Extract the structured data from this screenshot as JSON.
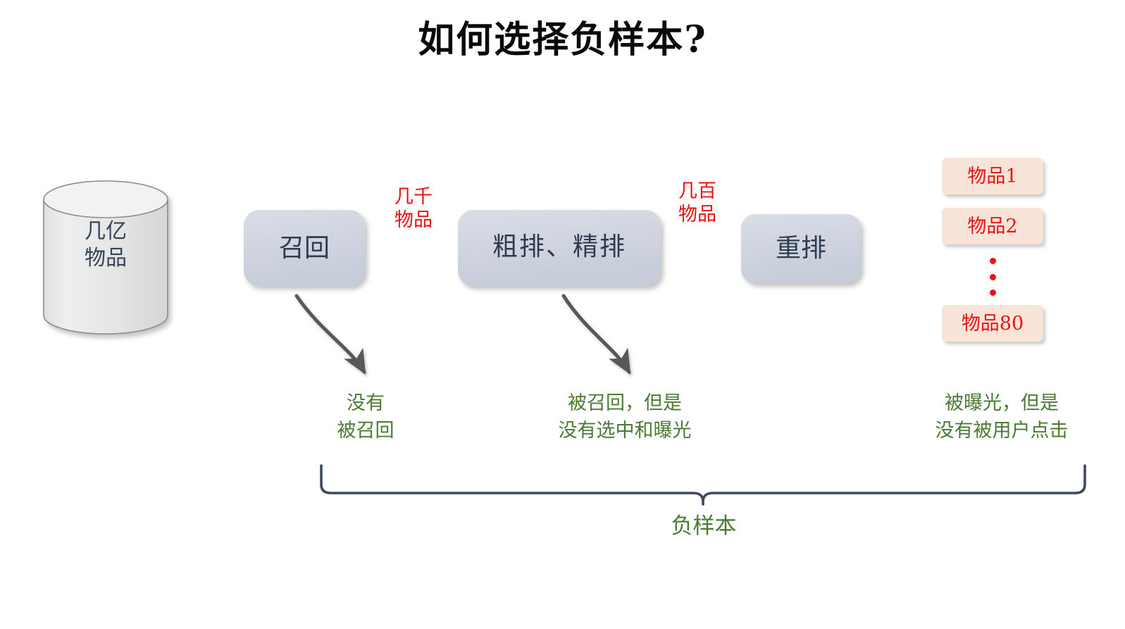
{
  "page": {
    "title": "如何选择负样本?",
    "background_color": "#ffffff"
  },
  "colors": {
    "stage_box_fill": "#d2d7e1",
    "stage_text": "#2f3c50",
    "store_fill": "#e8e8e8",
    "store_text": "#364458",
    "arrow": "#595959",
    "count_red": "#ee1111",
    "item_box_fill": "#f8e4d8",
    "note_green": "#4b7a33",
    "brace_stroke": "#3f4a5e",
    "title_text": "#0a0a0a"
  },
  "pipeline": {
    "store": {
      "name": "item-store-cylinder",
      "line1": "几亿",
      "line2": "物品",
      "text": "几亿\n物品"
    },
    "stages": [
      {
        "id": "recall",
        "label": "召回"
      },
      {
        "id": "ranking",
        "label": "粗排、精排"
      },
      {
        "id": "rerank",
        "label": "重排"
      }
    ],
    "flow_counts": [
      {
        "id": "count-thousands",
        "line1": "几千",
        "line2": "物品"
      },
      {
        "id": "count-hundreds",
        "line1": "几百",
        "line2": "物品"
      }
    ],
    "arrows": [
      {
        "id": "arrow-store-to-recall"
      },
      {
        "id": "arrow-recall-to-ranking"
      },
      {
        "id": "arrow-ranking-to-rerank"
      },
      {
        "id": "arrow-rerank-to-items"
      }
    ]
  },
  "results": {
    "items": [
      {
        "id": "item-1",
        "label": "物品1"
      },
      {
        "id": "item-2",
        "label": "物品2"
      },
      {
        "id": "item-80",
        "label": "物品80"
      }
    ],
    "ellipsis": "⋮"
  },
  "notes": [
    {
      "id": "note-not-recalled",
      "line1": "没有",
      "line2": "被召回"
    },
    {
      "id": "note-recalled-not-exposed",
      "line1": "被召回，但是",
      "line2": "没有选中和曝光"
    },
    {
      "id": "note-exposed-not-clicked",
      "line1": "被曝光，但是",
      "line2": "没有被用户点击"
    }
  ],
  "brace": {
    "label": "负样本"
  }
}
